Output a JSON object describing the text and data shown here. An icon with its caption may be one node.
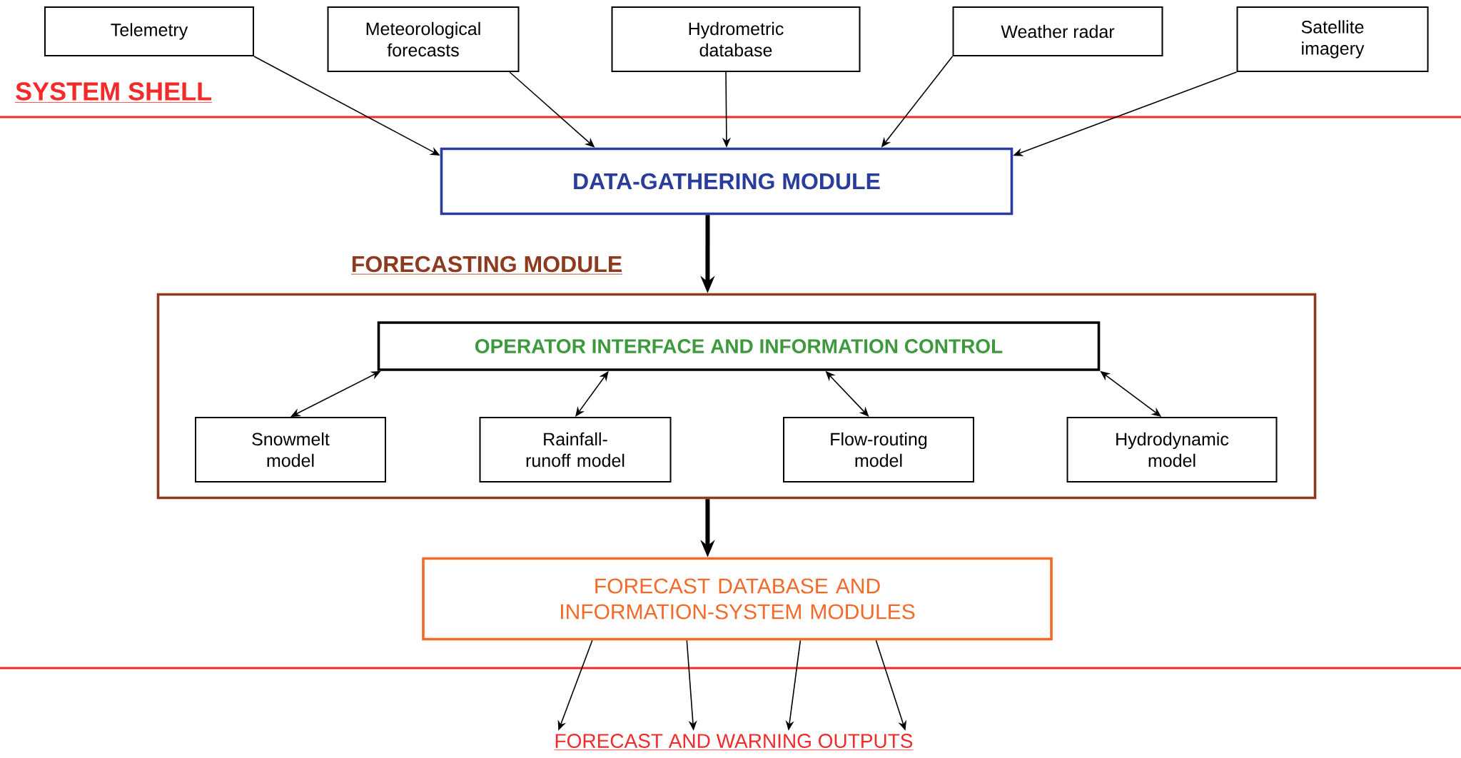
{
  "diagram": {
    "nodes": [
      {
        "text": [
          "Telemetry"
        ]
      },
      {
        "text": [
          "Meteorological forecasts"
        ]
      },
      {
        "text": [
          "Hydrometric database"
        ]
      },
      {
        "text": [
          "Weather radar"
        ]
      },
      {
        "text": [
          "Satellite imagery"
        ]
      },
      {
        "text": [
          "DATA-GATHERING MODULE"
        ]
      },
      {
        "text": [
          "FORECASTING MODULE"
        ]
      },
      {
        "text": [
          "OPERATOR INTERFACE AND INFORMATION CONTROL"
        ],
        "in": 6
      },
      {
        "text": [
          "Snowmelt model"
        ],
        "in": 6
      },
      {
        "text": [
          "Rainfall-runoff model"
        ],
        "in": 6
      },
      {
        "text": [
          "Flow-routing model"
        ],
        "in": 6
      },
      {
        "text": [
          "Hydrodynamic model"
        ],
        "in": 6
      },
      {
        "text": [
          "FORECAST DATABASE AND INFORMATION-SYSTEM MODULES"
        ]
      },
      {
        "text": [
          "FORECAST AND WARNING OUTPUTS"
        ]
      }
    ],
    "edges": [
      {
        "from": 0,
        "to": 5,
        "arrow": "to"
      },
      {
        "from": 1,
        "to": 5,
        "arrow": "to"
      },
      {
        "from": 2,
        "to": 5,
        "arrow": "to"
      },
      {
        "from": 3,
        "to": 5,
        "arrow": "to"
      },
      {
        "from": 4,
        "to": 5,
        "arrow": "to"
      },
      {
        "from": 5,
        "to": 6,
        "arrow": "to",
        "style": "thick"
      },
      {
        "from": 7,
        "to": 8,
        "arrow": "both"
      },
      {
        "from": 7,
        "to": 9,
        "arrow": "both"
      },
      {
        "from": 7,
        "to": 10,
        "arrow": "both"
      },
      {
        "from": 7,
        "to": 11,
        "arrow": "both"
      },
      {
        "from": 6,
        "to": 12,
        "arrow": "to",
        "style": "thick"
      },
      {
        "from": 12,
        "to": 13,
        "arrow": "to"
      },
      {
        "from": 12,
        "to": 13,
        "arrow": "to"
      },
      {
        "from": 12,
        "to": 13,
        "arrow": "to"
      },
      {
        "from": 12,
        "to": 13,
        "arrow": "to"
      }
    ],
    "labels": [
      "SYSTEM SHELL"
    ]
  }
}
